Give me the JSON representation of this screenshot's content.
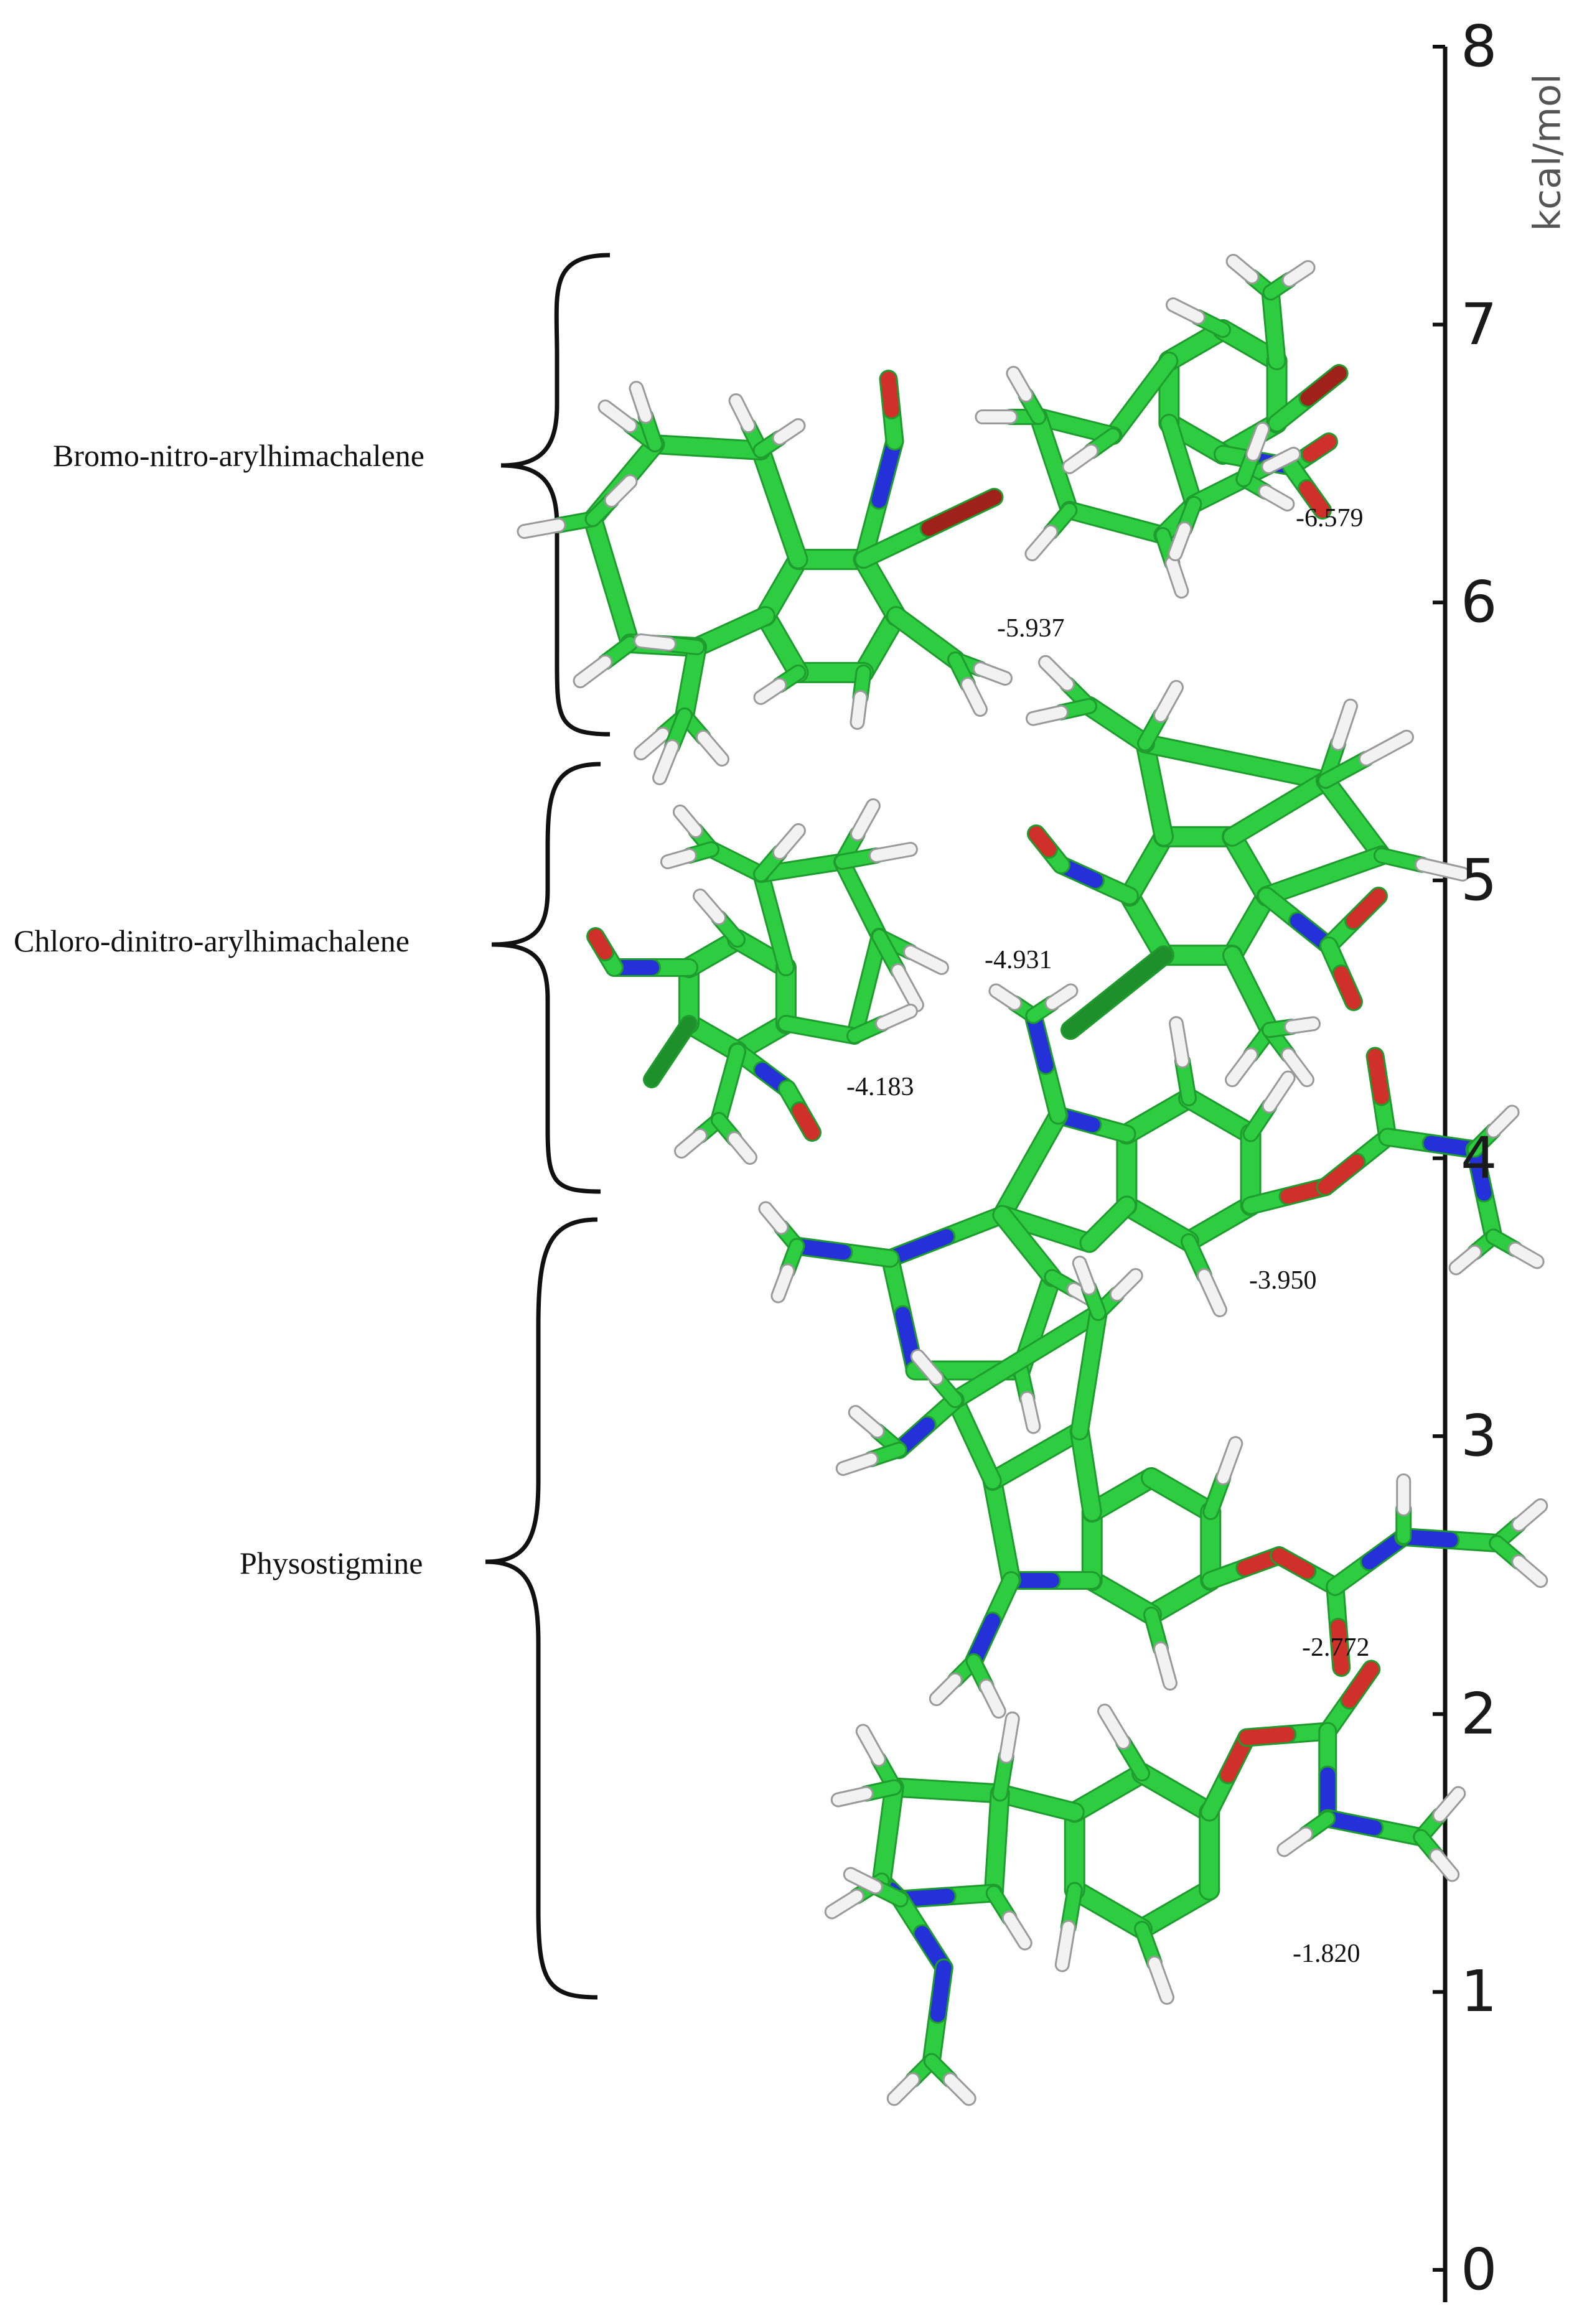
{
  "axis": {
    "unit": "kcal/mol",
    "ticks": [
      "0",
      "1",
      "2",
      "3",
      "4",
      "5",
      "6",
      "7",
      "8"
    ],
    "range": [
      0,
      8
    ]
  },
  "groups": [
    {
      "label": "Bromo-nitro-arylhimachalene"
    },
    {
      "label": "Chloro-dinitro-arylhimachalene"
    },
    {
      "label": "Physostigmine"
    }
  ],
  "energies": {
    "bromo_a": "-5.937",
    "bromo_b": "-6.579",
    "chloro_a": "-4.183",
    "chloro_b": "-4.931",
    "physo_a": "-3.950",
    "physo_b": "-2.772",
    "physo_c": "-1.820"
  },
  "colors": {
    "carbon": "#2ecc40",
    "carbon_dark": "#1e9c2e",
    "hydrogen": "#f2f2f2",
    "hydrogen_edge": "#9a9a9a",
    "oxygen": "#d0302a",
    "nitrogen": "#2430d8",
    "halogen": "#1f8f2c",
    "axis": "#111111",
    "brace": "#111111"
  }
}
